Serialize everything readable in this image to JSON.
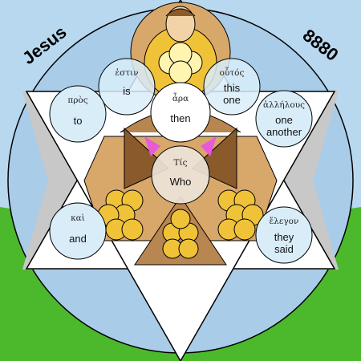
{
  "title_left": "Jesus",
  "title_right": "8880",
  "colors": {
    "sky": "#b8d8ef",
    "grass": "#4cb82c",
    "circle_blue": "#a9cce8",
    "star_white": "#ffffff",
    "side_gray": "#c8c8c8",
    "gold": "#f0c238",
    "tan": "#d8a76a",
    "brown": "#8a5a2a"
  },
  "words": [
    {
      "greek": "ἐστιν",
      "english": [
        "is"
      ]
    },
    {
      "greek": "οὗτός",
      "english": [
        "this",
        "one"
      ]
    },
    {
      "greek": "πρὸς",
      "english": [
        "to"
      ]
    },
    {
      "greek": "ἆρα",
      "english": [
        "then"
      ]
    },
    {
      "greek": "ἀλλήλους",
      "english": [
        "one",
        "another"
      ]
    },
    {
      "greek": "Τίς",
      "english": [
        "Who"
      ]
    },
    {
      "greek": "καὶ",
      "english": [
        "and"
      ]
    },
    {
      "greek": "ἔλεγον",
      "english": [
        "they",
        "said"
      ]
    }
  ]
}
